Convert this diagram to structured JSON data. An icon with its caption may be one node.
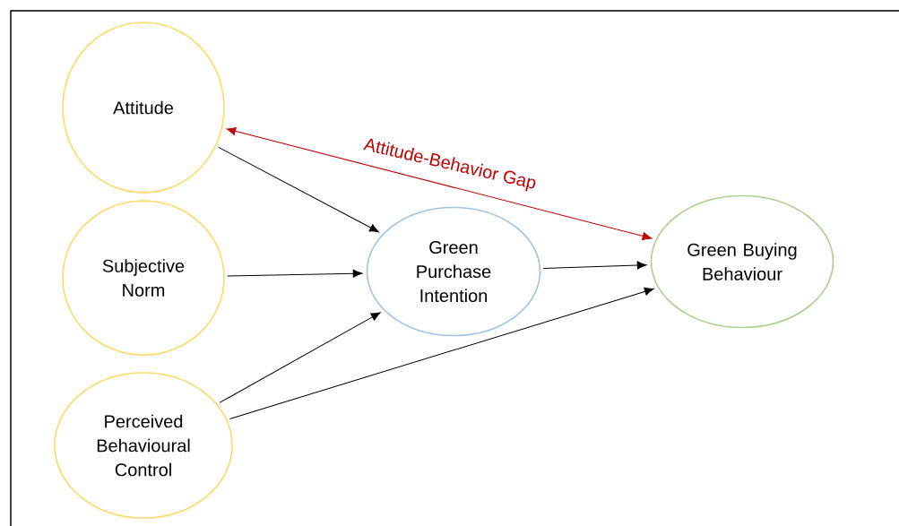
{
  "diagram": {
    "nodes": [
      {
        "text": [
          "Attitude"
        ]
      },
      {
        "text": [
          "Subjective Norm"
        ]
      },
      {
        "text": [
          "Perceived Behavioural Control"
        ]
      },
      {
        "text": [
          "Green Purchase Intention"
        ]
      },
      {
        "text": [
          "Green Buying Behaviour"
        ]
      }
    ],
    "edges": [
      {
        "from": 0,
        "to": 3,
        "arrow": "to"
      },
      {
        "from": 1,
        "to": 3,
        "arrow": "to"
      },
      {
        "from": 2,
        "to": 3,
        "arrow": "to"
      },
      {
        "from": 3,
        "to": 4,
        "arrow": "to"
      },
      {
        "from": 2,
        "to": 4,
        "arrow": "to"
      },
      {
        "from": 0,
        "to": 4,
        "arrow": "both",
        "color": "#c00000",
        "label": "Attitude-Behavior Gap"
      }
    ]
  }
}
